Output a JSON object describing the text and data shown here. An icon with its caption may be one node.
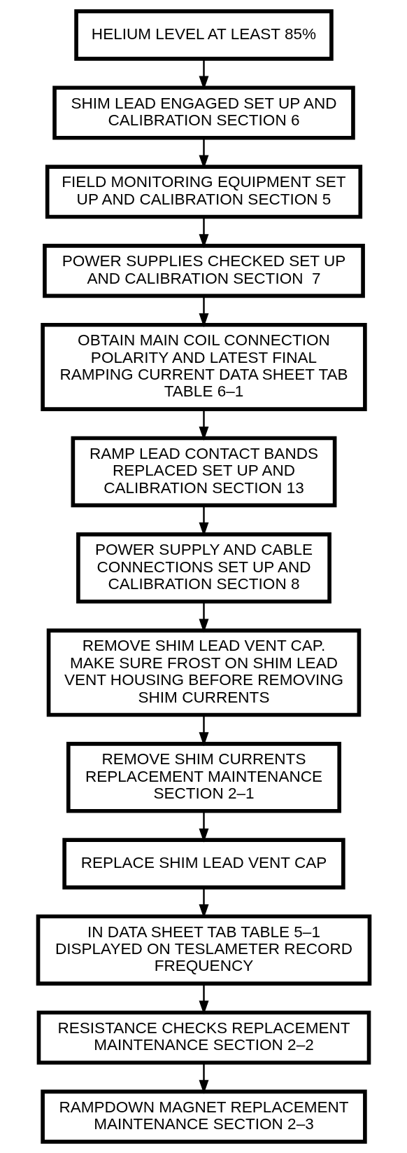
{
  "diagram": {
    "nodes": [
      {
        "text": [
          "HELIUM LEVEL AT LEAST 85%"
        ]
      },
      {
        "text": [
          "SHIM LEAD ENGAGED SET UP AND CALIBRATION SECTION 6"
        ]
      },
      {
        "text": [
          "FIELD MONITORING EQUIPMENT SET UP AND CALIBRATION SECTION 5"
        ]
      },
      {
        "text": [
          "POWER SUPPLIES CHECKED SET UP AND CALIBRATION SECTION  7"
        ]
      },
      {
        "text": [
          "OBTAIN MAIN COIL CONNECTION POLARITY AND LATEST FINAL RAMPING CURRENT DATA SHEET TAB TABLE 6–1"
        ]
      },
      {
        "text": [
          "RAMP LEAD CONTACT BANDS REPLACED SET UP AND CALIBRATION SECTION 13"
        ]
      },
      {
        "text": [
          "POWER SUPPLY AND CABLE CONNECTIONS SET UP AND CALIBRATION SECTION 8"
        ]
      },
      {
        "text": [
          "REMOVE SHIM LEAD VENT CAP. MAKE SURE FROST ON SHIM LEAD VENT HOUSING BEFORE REMOVING SHIM CURRENTS"
        ]
      },
      {
        "text": [
          "REMOVE SHIM CURRENTS REPLACEMENT MAINTENANCE SECTION 2–1"
        ]
      },
      {
        "text": [
          "REPLACE SHIM LEAD VENT CAP"
        ]
      },
      {
        "text": [
          "IN DATA SHEET TAB TABLE 5–1 DISPLAYED ON TESLAMETER RECORD FREQUENCY"
        ]
      },
      {
        "text": [
          "RESISTANCE CHECKS REPLACEMENT MAINTENANCE SECTION 2–2"
        ]
      },
      {
        "text": [
          "RAMPDOWN MAGNET REPLACEMENT MAINTENANCE SECTION 2–3"
        ]
      }
    ],
    "edges": [
      {
        "from": 0,
        "to": 1,
        "arrow": "to"
      },
      {
        "from": 1,
        "to": 2,
        "arrow": "to"
      },
      {
        "from": 2,
        "to": 3,
        "arrow": "to"
      },
      {
        "from": 3,
        "to": 4,
        "arrow": "to"
      },
      {
        "from": 4,
        "to": 5,
        "arrow": "to"
      },
      {
        "from": 5,
        "to": 6,
        "arrow": "to"
      },
      {
        "from": 6,
        "to": 7,
        "arrow": "to"
      },
      {
        "from": 7,
        "to": 8,
        "arrow": "to"
      },
      {
        "from": 8,
        "to": 9,
        "arrow": "to"
      },
      {
        "from": 9,
        "to": 10,
        "arrow": "to"
      },
      {
        "from": 10,
        "to": 11,
        "arrow": "to"
      },
      {
        "from": 11,
        "to": 12,
        "arrow": "to"
      }
    ]
  }
}
